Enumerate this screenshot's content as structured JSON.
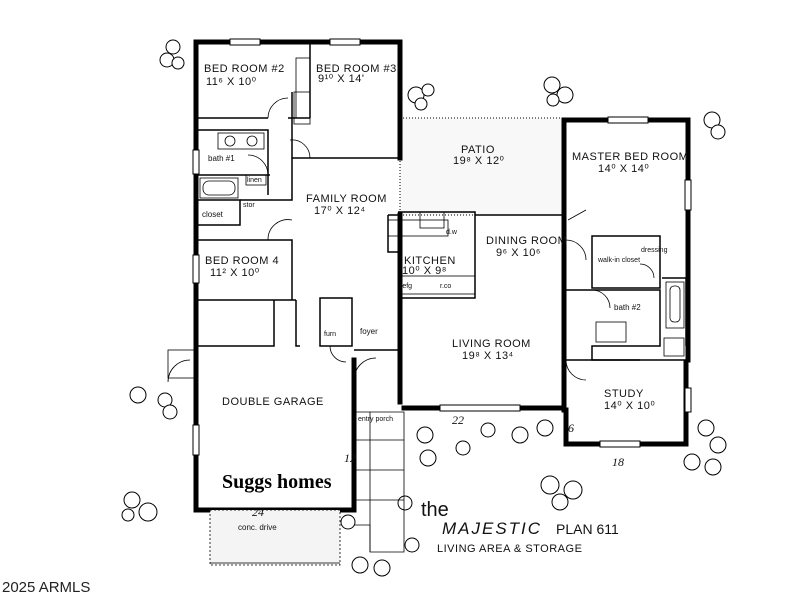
{
  "rooms": {
    "bedroom2": {
      "name": "BED ROOM #2",
      "size": "11⁶ X 10⁰"
    },
    "bedroom3": {
      "name": "BED ROOM #3",
      "size": "9¹⁰ X 14'"
    },
    "bath1": "bath #1",
    "linen": "linen",
    "stor": "stor",
    "closet": "closet",
    "bedroom4": {
      "name": "BED ROOM 4",
      "size": "11² X 10⁰"
    },
    "family": {
      "name": "FAMILY ROOM",
      "size": "17⁰ X 12⁴"
    },
    "patio": {
      "name": "PATIO",
      "size": "19⁸ X 12⁰"
    },
    "master": {
      "name": "MASTER BED ROOM",
      "size": "14⁰ X 14⁰"
    },
    "kitchen": {
      "name": "KITCHEN",
      "size": "10⁰ X 9⁸"
    },
    "dining": {
      "name": "DINING ROOM",
      "size": "9⁶ X 10⁶"
    },
    "walkin": "walk-in closet",
    "dressing": "dressing",
    "bath2": "bath #2",
    "living": {
      "name": "LIVING ROOM",
      "size": "19⁸ X 13⁴"
    },
    "study": {
      "name": "STUDY",
      "size": "14⁰ X 10⁰"
    },
    "garage": {
      "name": "DOUBLE GARAGE"
    },
    "foyer": "foyer",
    "entry_porch": "entry porch",
    "conc_drive": "conc. drive",
    "furn": "furn",
    "dw": "d.w",
    "refg": "refg",
    "rco": "r.co"
  },
  "dimensions": {
    "d22": "22",
    "d24": "24",
    "d12": "12",
    "d18": "18",
    "d6": "6"
  },
  "brand": "Suggs homes",
  "title": {
    "the": "the",
    "name": "MAJESTIC",
    "plan": "PLAN 611",
    "subtitle": "LIVING AREA & STORAGE"
  },
  "copyright": "2025 ARMLS"
}
